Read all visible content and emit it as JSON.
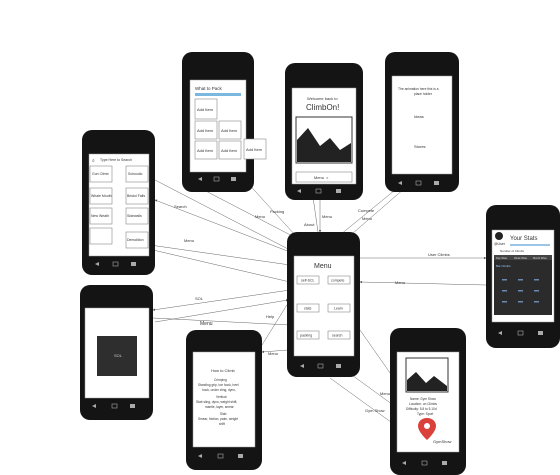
{
  "edges": {
    "search": "Search",
    "packing": "Packing",
    "menu": "Menu",
    "about": "About",
    "compete": "Compete",
    "user_climbs": "User Climbs",
    "sol": "SOL",
    "gym_show": "Gym Show",
    "help": "Help"
  },
  "screens": {
    "pack": {
      "title": "What to Pack",
      "add_item": "Add Item"
    },
    "welcome": {
      "line1": "Welcome back to",
      "title": "ClimbOn!",
      "menu": "Menu"
    },
    "about": {
      "text1": "The animation here this is a",
      "text2": "place holder",
      "item1": "Ideas",
      "item2": "Stores"
    },
    "search": {
      "placeholder": "Type Here to Search",
      "items": [
        "Gun Climb",
        "Schoodic",
        "Whale Mouth",
        "Bristol Falls",
        "New Weath",
        "Sidewalls",
        "",
        "Demolition"
      ]
    },
    "menu": {
      "title": "Menu",
      "buttons": [
        "self-SCL",
        "compete",
        "stats",
        "Learn",
        "packing",
        "search"
      ]
    },
    "stats": {
      "title": "Your Stats",
      "user": "@User",
      "climbs": "Number of Climbs",
      "tabs": [
        "Day Wise",
        "Week Wise",
        "Month Wise"
      ],
      "table_title": "Bar Climbs"
    },
    "sol": {
      "label": "SOL"
    },
    "how": {
      "title": "How to Climb",
      "lines": [
        "Crimping",
        "Standing grip, toe hook, heel",
        "hook, under cling, dyno,",
        "",
        "Vertical",
        "Stab sling, dyno, weight shift,",
        "mantle, layer, smear",
        "",
        "Slab",
        "Smear, friction, palm, weight",
        "shift"
      ]
    },
    "gym": {
      "l1": "Name: Gym Show",
      "l2": "Location: on Climbs",
      "l3": "Difficulty: 5.8 to 5.10d",
      "l4": "Type: Sport",
      "pin_label": "GymShow"
    }
  }
}
